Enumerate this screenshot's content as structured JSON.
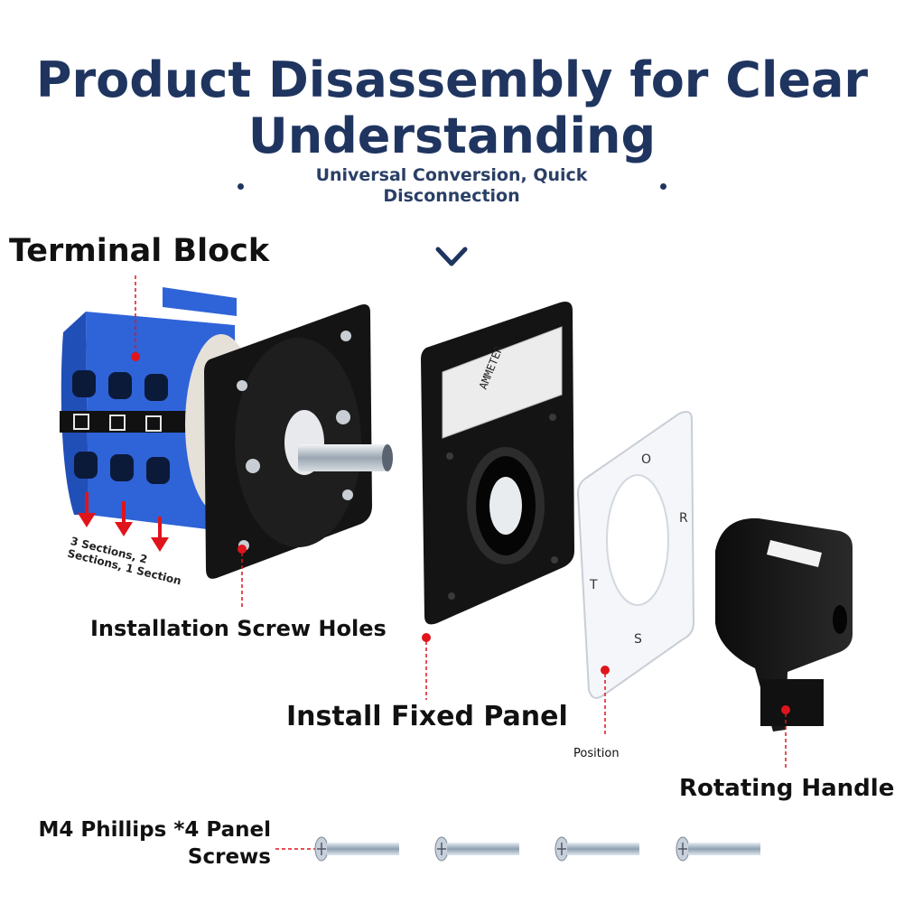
{
  "header": {
    "title_line1": "Product Disassembly for Clear",
    "title_line2": "Understanding",
    "subtitle": "Universal Conversion, Quick Disconnection"
  },
  "labels": {
    "terminal_block": "Terminal Block",
    "sections_line1": "3 Sections, 2",
    "sections_line2": "Sections, 1 Section",
    "installation_screw_holes": "Installation Screw Holes",
    "install_fixed_panel": "Install Fixed Panel",
    "position": "Position",
    "rotating_handle": "Rotating Handle",
    "screws_line1": "M4 Phillips *4 Panel",
    "screws_line2": "Screws"
  },
  "panel": {
    "ammeter_label": "AMMETER"
  },
  "dial": {
    "positions": [
      "O",
      "R",
      "S",
      "T"
    ]
  },
  "colors": {
    "title": "#1f3560",
    "terminal_blue": "#2f63d8",
    "marker_red": "#e0141b",
    "panel_black": "#141414"
  },
  "icons": [
    "chevron-down-icon",
    "arrow-down-icon",
    "screw-icon"
  ]
}
